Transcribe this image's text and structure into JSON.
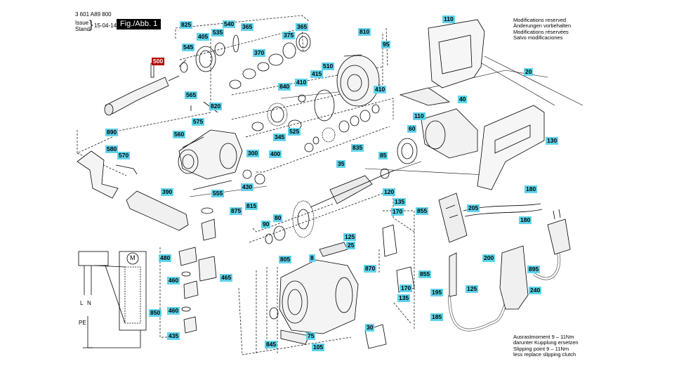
{
  "header": {
    "doc_number": "3 601 A89 800",
    "issue_label": "Issue",
    "stand_label": "Stand",
    "date": "15-04-14",
    "figure": "Fig./Abb. 1"
  },
  "notes_top": [
    "Modifications reserved",
    "Änderungen vorbehalten",
    "Modifications réservées",
    "Salvo modificaciones"
  ],
  "notes_bottom": [
    "Ausrastmoment 9 – 11Nm",
    "darunter Kupplung ersetzen",
    "Slipping point 9 – 11Nm",
    "less replace slipping clutch"
  ],
  "wiring": {
    "motor": "M",
    "terminal_l": "L",
    "terminal_n": "N",
    "pe": "PE"
  },
  "callouts": [
    {
      "id": "c825",
      "text": "825"
    },
    {
      "id": "c365a",
      "text": "365"
    },
    {
      "id": "c540",
      "text": "540"
    },
    {
      "id": "c405",
      "text": "405"
    },
    {
      "id": "c535",
      "text": "535"
    },
    {
      "id": "c545",
      "text": "545"
    },
    {
      "id": "c375",
      "text": "375"
    },
    {
      "id": "c365b",
      "text": "365"
    },
    {
      "id": "c370",
      "text": "370"
    },
    {
      "id": "c500",
      "text": "500",
      "warn": true
    },
    {
      "id": "c810",
      "text": "810"
    },
    {
      "id": "c95",
      "text": "95"
    },
    {
      "id": "c510",
      "text": "510"
    },
    {
      "id": "c415",
      "text": "415"
    },
    {
      "id": "c410a",
      "text": "410"
    },
    {
      "id": "c840",
      "text": "840"
    },
    {
      "id": "c410b",
      "text": "410"
    },
    {
      "id": "c565",
      "text": "565"
    },
    {
      "id": "c820",
      "text": "820"
    },
    {
      "id": "c575",
      "text": "575"
    },
    {
      "id": "c345",
      "text": "345"
    },
    {
      "id": "c525",
      "text": "525"
    },
    {
      "id": "c890",
      "text": "890"
    },
    {
      "id": "c560",
      "text": "560"
    },
    {
      "id": "c580",
      "text": "580"
    },
    {
      "id": "c570",
      "text": "570"
    },
    {
      "id": "c300",
      "text": "300"
    },
    {
      "id": "c400",
      "text": "400"
    },
    {
      "id": "c835",
      "text": "835"
    },
    {
      "id": "c85",
      "text": "85"
    },
    {
      "id": "c35",
      "text": "35"
    },
    {
      "id": "c430",
      "text": "430"
    },
    {
      "id": "c815",
      "text": "815"
    },
    {
      "id": "c390",
      "text": "390"
    },
    {
      "id": "c555",
      "text": "555"
    },
    {
      "id": "c875",
      "text": "875"
    },
    {
      "id": "c80",
      "text": "80"
    },
    {
      "id": "c90",
      "text": "90"
    },
    {
      "id": "c480",
      "text": "480"
    },
    {
      "id": "c460a",
      "text": "460"
    },
    {
      "id": "c465",
      "text": "465"
    },
    {
      "id": "c850",
      "text": "850"
    },
    {
      "id": "c460b",
      "text": "460"
    },
    {
      "id": "c435",
      "text": "435"
    },
    {
      "id": "c125a",
      "text": "125"
    },
    {
      "id": "c25",
      "text": "25"
    },
    {
      "id": "c805",
      "text": "805"
    },
    {
      "id": "c8",
      "text": "8"
    },
    {
      "id": "c870",
      "text": "870"
    },
    {
      "id": "c75",
      "text": "75"
    },
    {
      "id": "c845",
      "text": "845"
    },
    {
      "id": "c105",
      "text": "105"
    },
    {
      "id": "c30",
      "text": "30"
    },
    {
      "id": "c110a",
      "text": "110"
    },
    {
      "id": "c20",
      "text": "20"
    },
    {
      "id": "c110b",
      "text": "110"
    },
    {
      "id": "c40",
      "text": "40"
    },
    {
      "id": "c60",
      "text": "60"
    },
    {
      "id": "c130",
      "text": "130"
    },
    {
      "id": "c120",
      "text": "120"
    },
    {
      "id": "c135a",
      "text": "135"
    },
    {
      "id": "c170a",
      "text": "170"
    },
    {
      "id": "c855a",
      "text": "855"
    },
    {
      "id": "c205",
      "text": "205"
    },
    {
      "id": "c180a",
      "text": "180"
    },
    {
      "id": "c180b",
      "text": "180"
    },
    {
      "id": "c200",
      "text": "200"
    },
    {
      "id": "c125b",
      "text": "125"
    },
    {
      "id": "c195",
      "text": "195"
    },
    {
      "id": "c855b",
      "text": "855"
    },
    {
      "id": "c170b",
      "text": "170"
    },
    {
      "id": "c135b",
      "text": "135"
    },
    {
      "id": "c185",
      "text": "185"
    },
    {
      "id": "c895",
      "text": "895"
    },
    {
      "id": "c240",
      "text": "240"
    }
  ]
}
